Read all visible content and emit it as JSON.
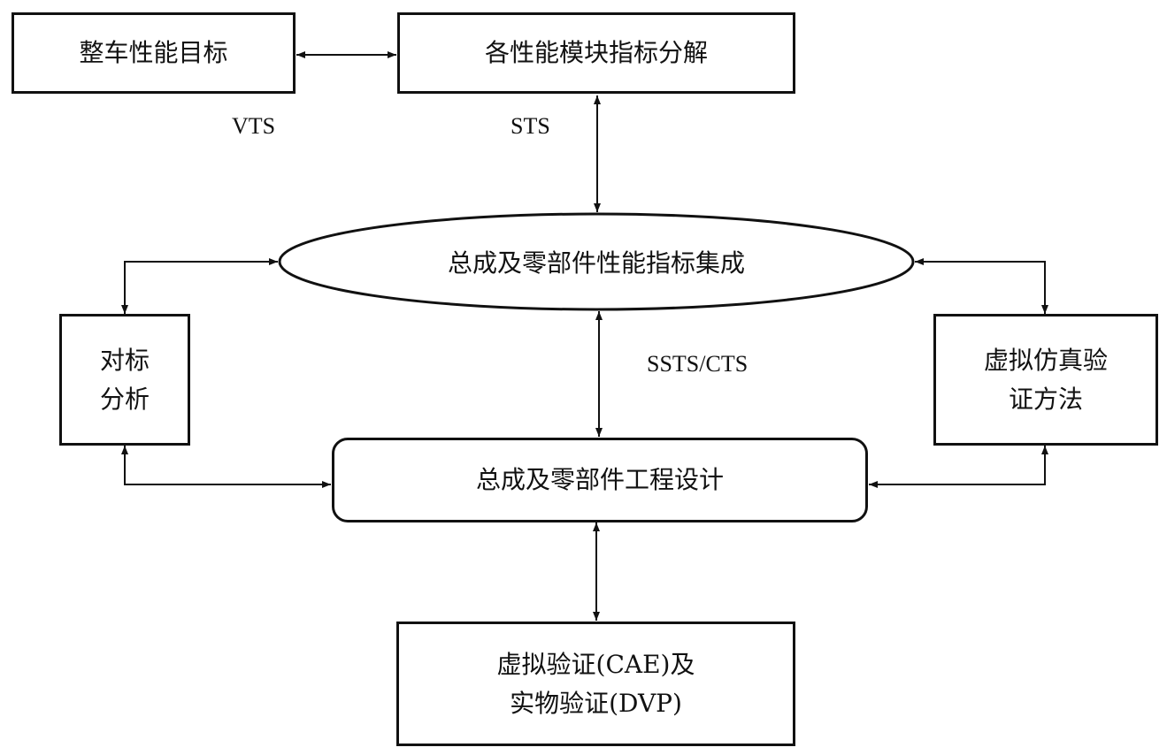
{
  "nodes": {
    "vehicle_target": "整车性能目标",
    "module_decomposition": "各性能模块指标分解",
    "integration": "总成及零部件性能指标集成",
    "benchmark_line1": "对标",
    "benchmark_line2": "分析",
    "virtual_method_line1": "虚拟仿真验",
    "virtual_method_line2": "证方法",
    "engineering_design": "总成及零部件工程设计",
    "verification_line1": "虚拟验证(CAE)及",
    "verification_line2": "实物验证(DVP)"
  },
  "labels": {
    "vts": "VTS",
    "sts": "STS",
    "ssts_cts": "SSTS/CTS"
  }
}
